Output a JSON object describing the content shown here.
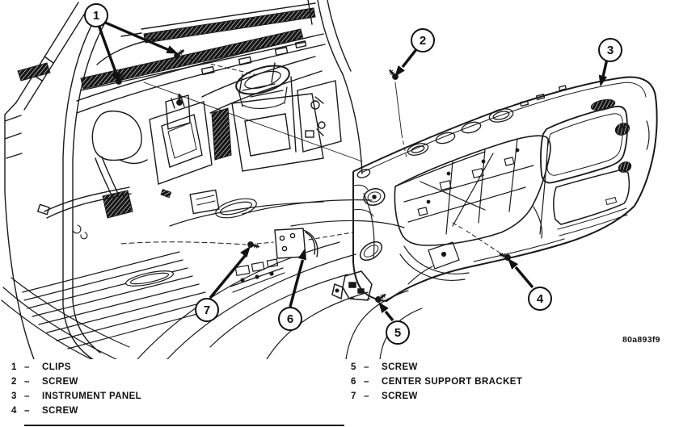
{
  "figure": {
    "code": "80a893f9"
  },
  "callouts": [
    {
      "num": "1"
    },
    {
      "num": "2"
    },
    {
      "num": "3"
    },
    {
      "num": "4"
    },
    {
      "num": "5"
    },
    {
      "num": "6"
    },
    {
      "num": "7"
    }
  ],
  "legend": {
    "sep": "–",
    "left": [
      {
        "num": "1",
        "label": "CLIPS"
      },
      {
        "num": "2",
        "label": "SCREW"
      },
      {
        "num": "3",
        "label": "INSTRUMENT PANEL"
      },
      {
        "num": "4",
        "label": "SCREW"
      }
    ],
    "right": [
      {
        "num": "5",
        "label": "SCREW"
      },
      {
        "num": "6",
        "label": "CENTER SUPPORT BRACKET"
      },
      {
        "num": "7",
        "label": "SCREW"
      }
    ]
  }
}
